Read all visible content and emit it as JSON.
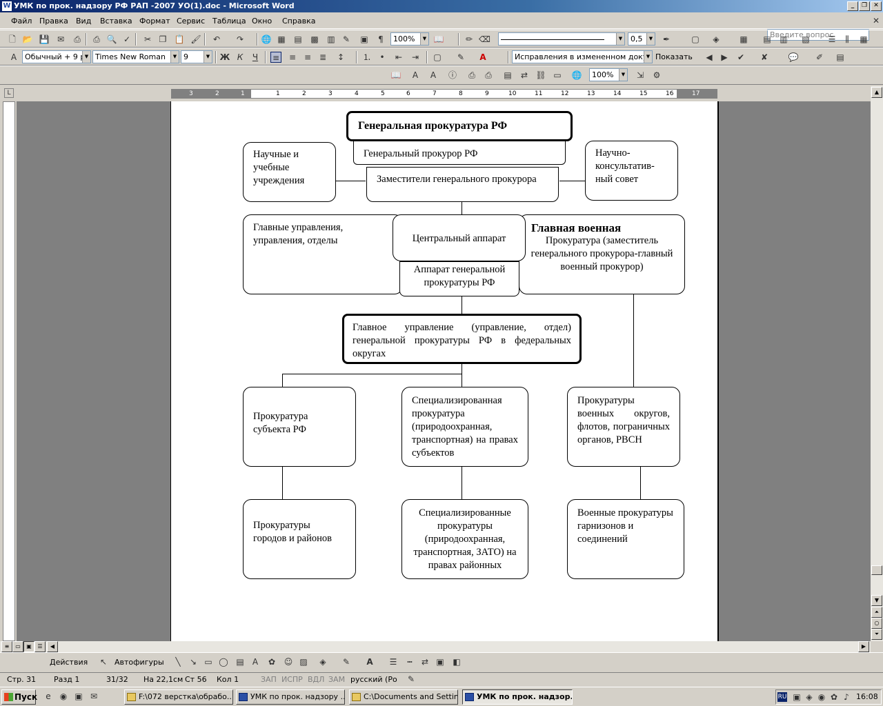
{
  "window": {
    "title": "УМК по прок. надзору РФ РАП -2007 УО(1).doc - Microsoft Word",
    "controls": [
      "_",
      "❐",
      "✕"
    ]
  },
  "menu": {
    "items": [
      "Файл",
      "Правка",
      "Вид",
      "Вставка",
      "Формат",
      "Сервис",
      "Таблица",
      "Окно",
      "Справка"
    ],
    "ask_placeholder": "Введите вопрос"
  },
  "toolbar_standard": {
    "zoom": "100%",
    "line_weight": "0,5"
  },
  "toolbar_formatting": {
    "style": "Обычный + 9 pt",
    "font": "Times New Roman",
    "size": "9",
    "bold": "Ж",
    "italic": "К",
    "underline": "Ч",
    "track_mode": "Исправления в измененном докумен",
    "show_label": "Показать"
  },
  "toolbar_review": {
    "zoom": "100%"
  },
  "ruler": {
    "numbers": [
      "3",
      "2",
      "1",
      "1",
      "2",
      "3",
      "4",
      "5",
      "6",
      "7",
      "8",
      "9",
      "10",
      "11",
      "12",
      "13",
      "14",
      "15",
      "16",
      "17"
    ]
  },
  "diagram": {
    "gp_title": "Генеральная прокуратура  РФ",
    "gp_head": "Генеральный прокурор РФ",
    "deputies": "Заместители          генерального прокурора",
    "scientific": "Научные и учебные учреждения",
    "advisory": "Научно-консультатив-ный совет",
    "main_directorates": "Главные управления, управления, отделы",
    "central_apparatus": "Центральный аппарат",
    "gp_apparatus": "Аппарат генеральной прокуратуры РФ",
    "military_title": "Главная военная",
    "military_body": "Прокуратура (заместитель генерального прокурора-главный военный прокурор)",
    "federal_districts": "Главное управление (управление, отдел) генеральной прокуратуры РФ в федеральных округах",
    "subject_prosecution": "Прокуратура субъекта РФ",
    "specialized_subject": "Специализированная прокуратура (природоохранная, транспортная) на правах субъектов",
    "military_districts": "Прокуратуры военных округов, флотов, пограничных органов, РВСН",
    "city_prosecution": "Прокуратуры городов и районов",
    "specialized_district": "Специализированные прокуратуры (природоохранная, транспортная, ЗАТО) на правах районных",
    "garrison": "Военные прокуратуры гарнизонов и соединений"
  },
  "drawbar": {
    "actions": "Действия",
    "autoshapes": "Автофигуры"
  },
  "status": {
    "page": "Стр.  31",
    "section": "Разд  1",
    "pages": "31/32",
    "at": "На  22,1см",
    "line": "Ст  56",
    "col": "Кол  1",
    "rec": "ЗАП",
    "trk": "ИСПР",
    "ext": "ВДЛ",
    "ovr": "ЗАМ",
    "lang": "русский (Ро"
  },
  "taskbar": {
    "start": "Пуск",
    "tasks": [
      "F:\\072 верстка\\обрабо...",
      "УМК по прок. надзору ...",
      "C:\\Documents and Settin...",
      "УМК по прок. надзор..."
    ],
    "lang": "RU",
    "clock": "16:08"
  }
}
